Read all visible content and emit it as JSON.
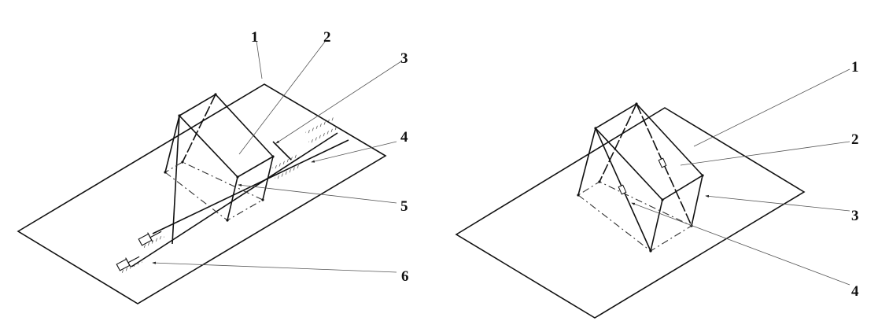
{
  "figure_left": {
    "labels": [
      "1",
      "2",
      "3",
      "4",
      "5",
      "6"
    ]
  },
  "figure_right": {
    "labels": [
      "1",
      "2",
      "3",
      "4"
    ]
  }
}
